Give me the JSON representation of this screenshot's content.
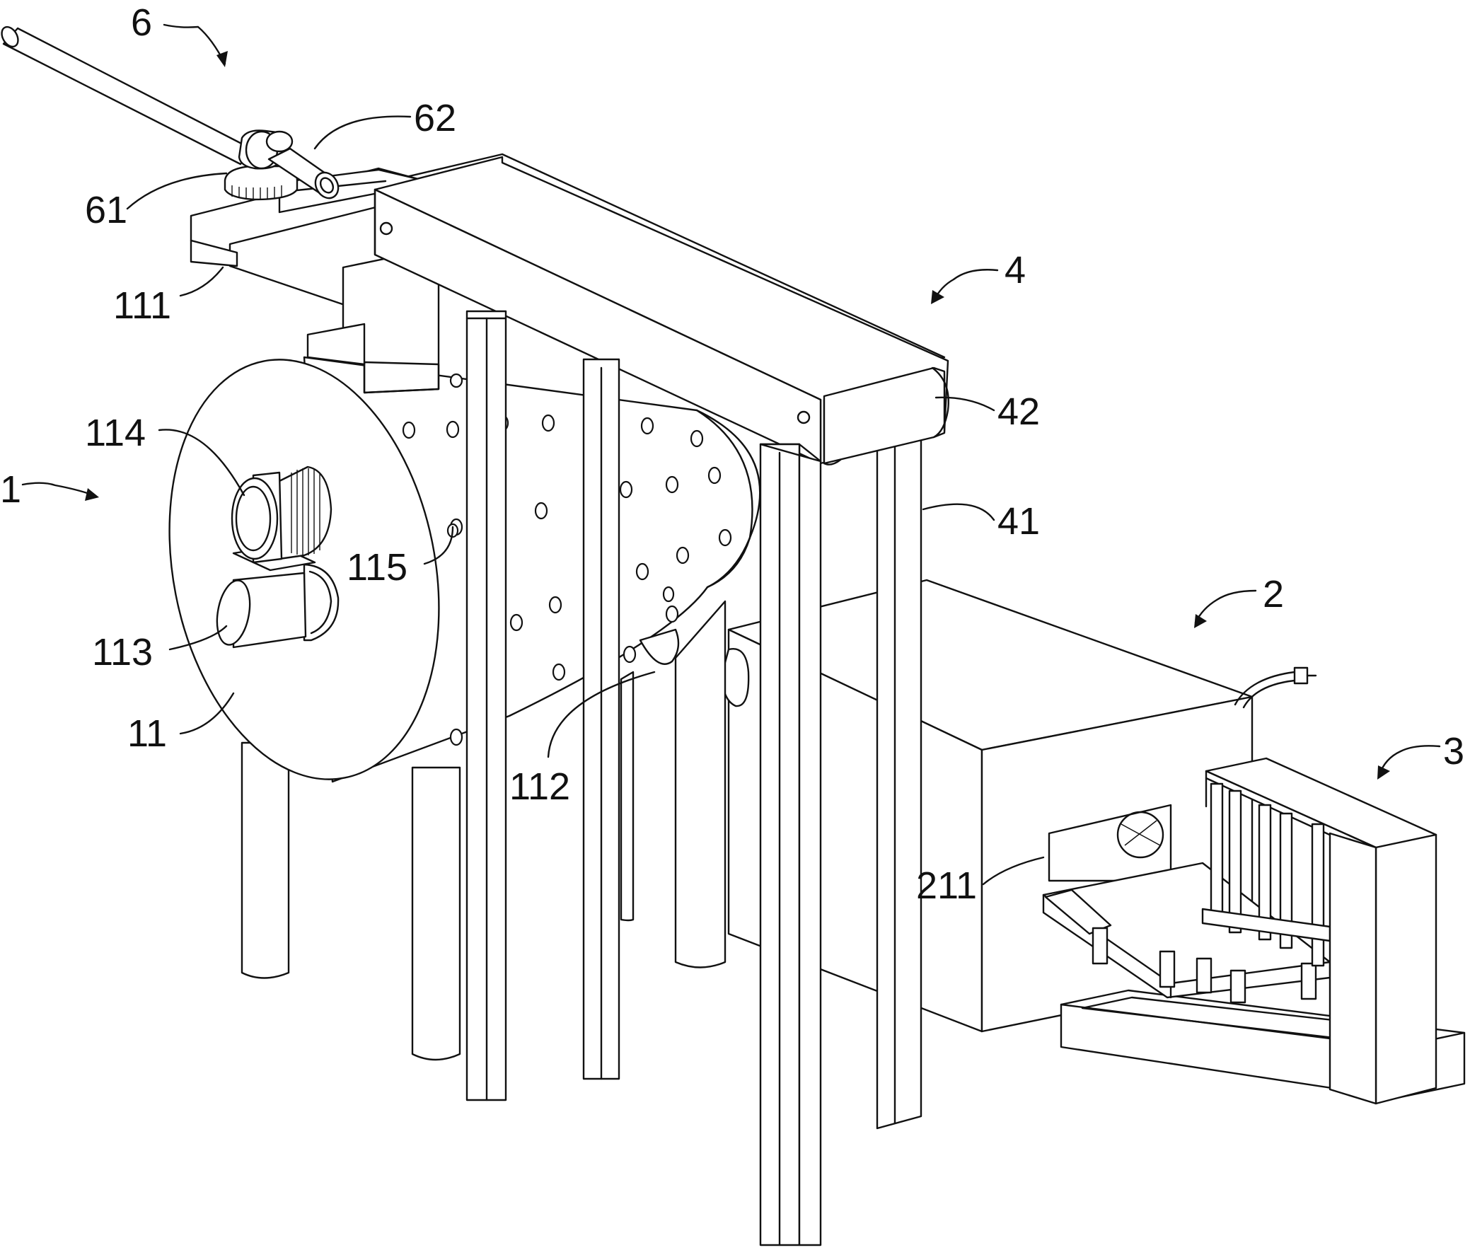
{
  "labels": {
    "l6": "6",
    "l62": "62",
    "l61": "61",
    "l111": "111",
    "l4": "4",
    "l114": "114",
    "l42": "42",
    "l1": "1",
    "l41": "41",
    "l115": "115",
    "l113": "113",
    "l2": "2",
    "l11": "11",
    "l112": "112",
    "l3": "3",
    "l211": "211"
  }
}
